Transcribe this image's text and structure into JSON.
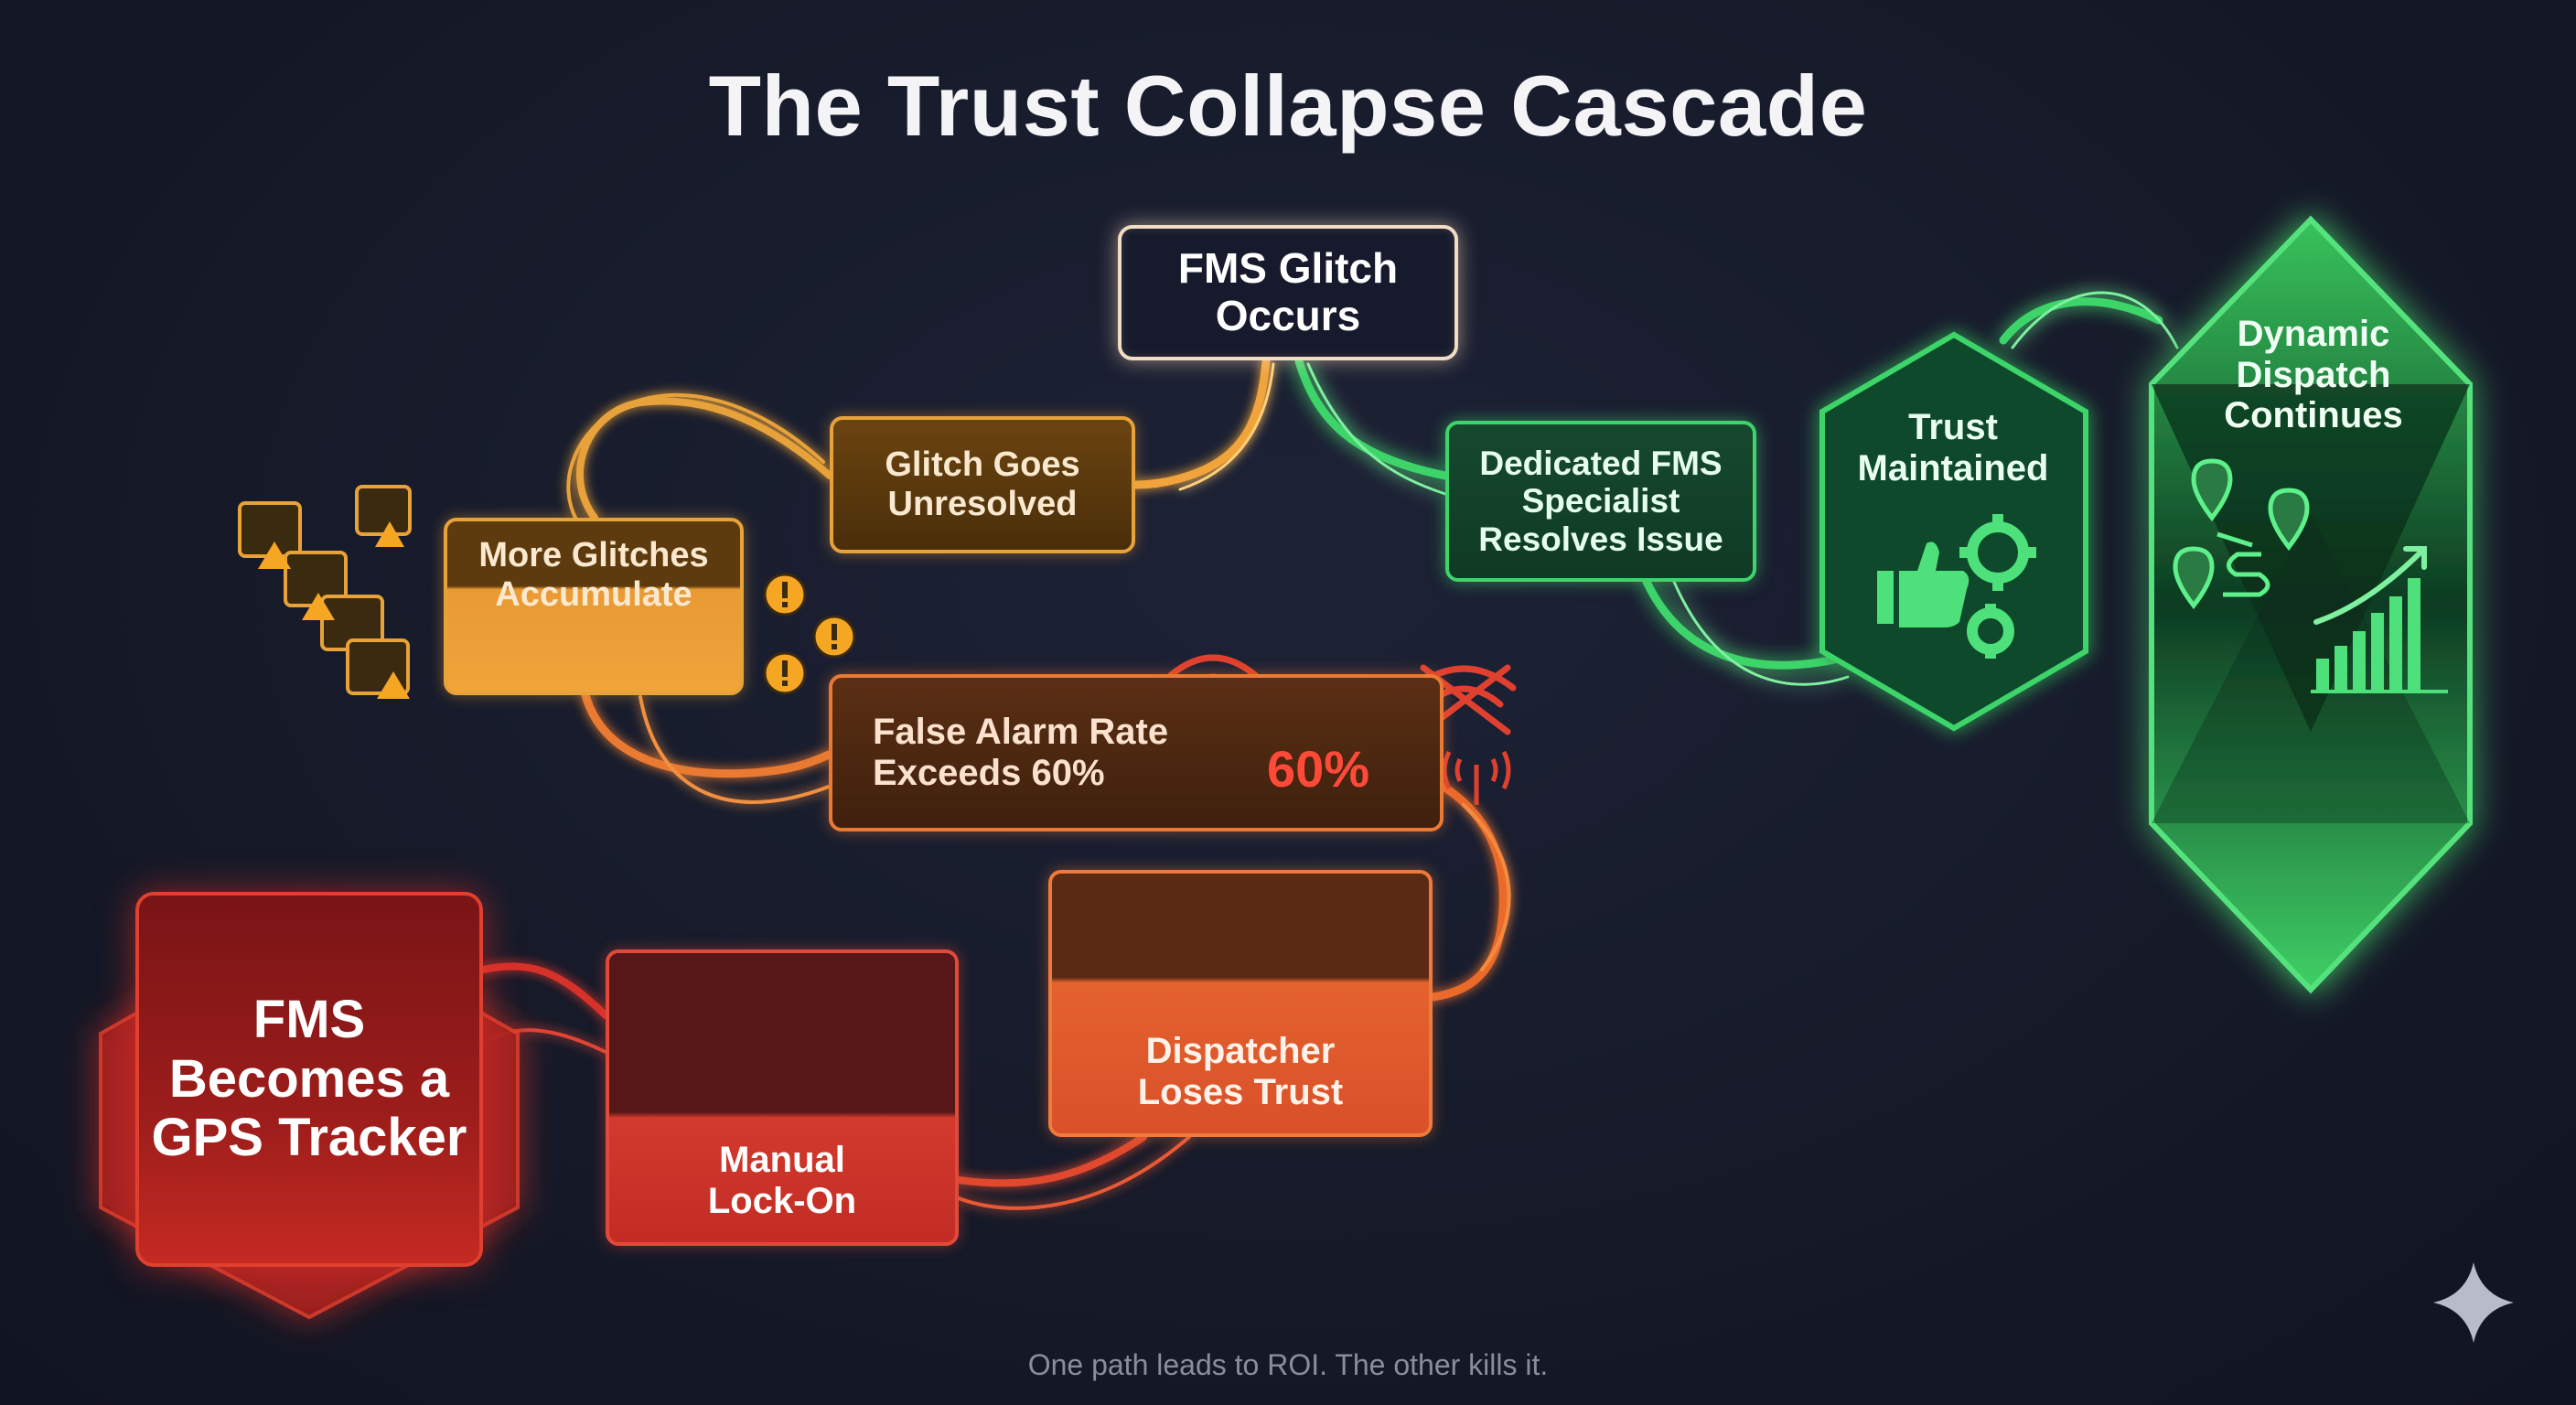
{
  "title": "The Trust Collapse Cascade",
  "footer": "One path leads to ROI. The other kills it.",
  "colors": {
    "background": "#161a29",
    "failure_amber": "#e8a23a",
    "failure_orange": "#ea7a33",
    "failure_red": "#e0402f",
    "success_green": "#3ed46b"
  },
  "nodes": {
    "start": {
      "line1": "FMS Glitch",
      "line2": "Occurs"
    },
    "unresolved": {
      "line1": "Glitch Goes",
      "line2": "Unresolved"
    },
    "accumulate": {
      "line1": "More Glitches",
      "line2": "Accumulate"
    },
    "false_alarm": {
      "line1": "False Alarm Rate",
      "line2": "Exceeds 60%",
      "gauge_value": "60%"
    },
    "dispatcher": {
      "line1": "Dispatcher",
      "line2": "Loses Trust"
    },
    "lock_on": {
      "line1": "Manual",
      "line2": "Lock-On"
    },
    "gps": {
      "line1": "FMS",
      "line2": "Becomes a",
      "line3": "GPS Tracker"
    },
    "specialist": {
      "line1": "Dedicated FMS",
      "line2": "Specialist",
      "line3": "Resolves Issue"
    },
    "trust": {
      "line1": "Trust",
      "line2": "Maintained"
    },
    "dynamic": {
      "line1": "Dynamic",
      "line2": "Dispatch",
      "line3": "Continues"
    }
  },
  "icons": [
    "warning-window-icon",
    "error-alert-icon",
    "wifi-signal-icon",
    "no-signal-icon",
    "gauge-icon",
    "broken-shield-icon",
    "worker-icon",
    "hand-dial-icon",
    "x-mark-icon",
    "thumbs-up-icon",
    "gear-icon",
    "location-pin-icon",
    "bar-chart-icon",
    "sparkle-icon"
  ]
}
